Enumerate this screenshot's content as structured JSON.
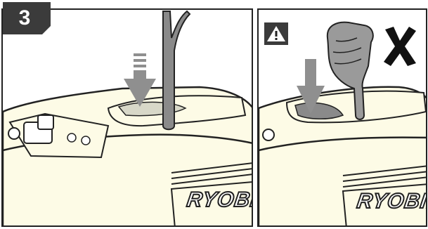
{
  "step": {
    "number": "3"
  },
  "panels": {
    "left": {
      "brand": "RYOBI."
    },
    "right": {
      "brand": "RYOBI.",
      "warning_icon": "warning-triangle-icon",
      "wrong_icon": "cross-x-icon"
    }
  },
  "colors": {
    "machine_fill": "#fdfbe6",
    "outline": "#222222",
    "arrow": "#8f8f8f",
    "badge": "#3b3b3b"
  }
}
